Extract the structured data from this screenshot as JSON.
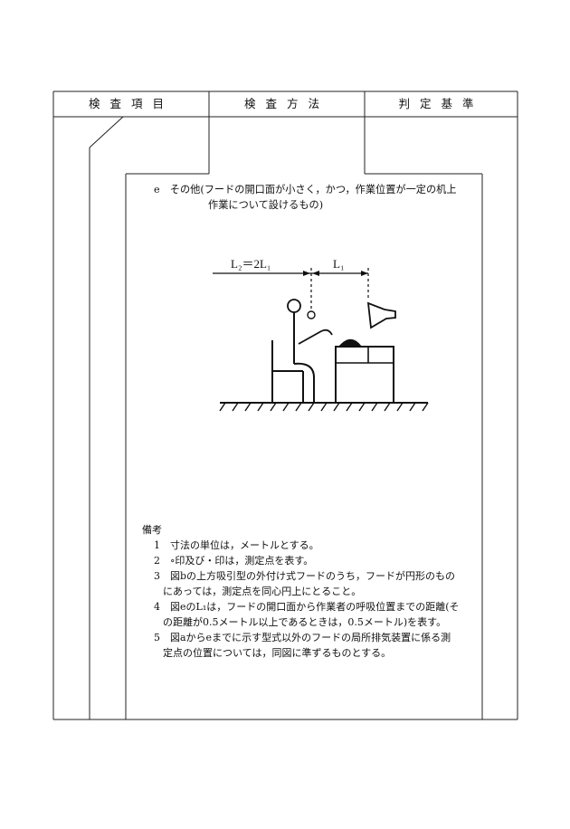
{
  "header": {
    "col1": "検査項目",
    "col2": "検査方法",
    "col3": "判定基準"
  },
  "item_e": {
    "line1": "e　その他(フードの開口面が小さく，かつ，作業位置が一定の机上",
    "line2": "作業について設けるもの)"
  },
  "figure": {
    "label_l2": "L₂＝2L₁",
    "label_l1": "L₁"
  },
  "notes": {
    "heading": "備考",
    "n1": "1　寸法の単位は，メートルとする。",
    "n2": "2　∘印及び・印は，測定点を表す。",
    "n3a": "3　図bの上方吸引型の外付け式フードのうち，フードが円形のもの",
    "n3b": "にあっては，測定点を同心円上にとること。",
    "n4a": "4　図eのL₁は，フードの開口面から作業者の呼吸位置までの距離(そ",
    "n4b": "の距離が0.5メートル以上であるときは，0.5メートル)を表す。",
    "n5a": "5　図aからeまでに示す型式以外のフードの局所排気装置に係る測",
    "n5b": "定点の位置については，同図に準ずるものとする。"
  }
}
